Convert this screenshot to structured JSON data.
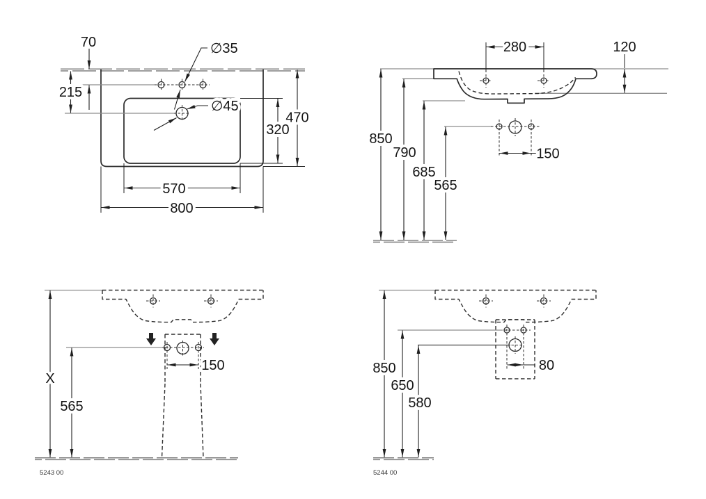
{
  "drawing": {
    "type": "washbasin-installation-dimensional-drawing",
    "colors": {
      "object_line": "#2b2b2b",
      "reference_line": "#8e8e8e",
      "text": "#141414",
      "background": "#ffffff"
    },
    "views": {
      "top": {
        "dims": {
          "edge_offset": "70",
          "drain_from_rear": "215",
          "tap_hole_diameter": "∅35",
          "drain_diameter": "∅45",
          "inner_depth": "320",
          "overall_depth": "470",
          "inner_width": "570",
          "overall_width": "800"
        }
      },
      "side": {
        "dims": {
          "tap_hole_spacing": "280",
          "front_edge_height": "120",
          "rim_height": "850",
          "underside_height": "790",
          "basin_bottom_height": "685",
          "fixing_holes_height": "565",
          "fixing_hole_spacing": "150"
        }
      },
      "front_pedestal": {
        "code": "5243 00",
        "dims": {
          "overall_height": "X",
          "fixing_holes_height": "565",
          "fixing_hole_spacing": "150"
        }
      },
      "front_semi_pedestal": {
        "code": "5244 00",
        "dims": {
          "rim_height": "850",
          "upper_fixing_height": "650",
          "lower_fixing_height": "580",
          "fixing_hole_spacing": "80"
        }
      }
    }
  }
}
